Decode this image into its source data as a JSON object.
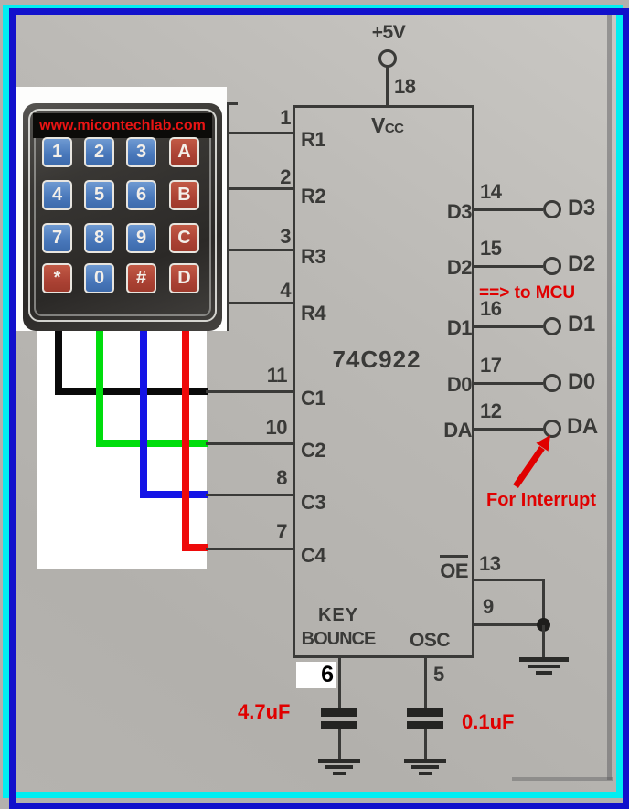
{
  "photo": {
    "site_url": "www.micontechlab.com",
    "keys": [
      {
        "label": "1",
        "color": "blue"
      },
      {
        "label": "2",
        "color": "blue"
      },
      {
        "label": "3",
        "color": "blue"
      },
      {
        "label": "A",
        "color": "red"
      },
      {
        "label": "4",
        "color": "blue"
      },
      {
        "label": "5",
        "color": "blue"
      },
      {
        "label": "6",
        "color": "blue"
      },
      {
        "label": "B",
        "color": "red"
      },
      {
        "label": "7",
        "color": "blue"
      },
      {
        "label": "8",
        "color": "blue"
      },
      {
        "label": "9",
        "color": "blue"
      },
      {
        "label": "C",
        "color": "red"
      },
      {
        "label": "*",
        "color": "red"
      },
      {
        "label": "0",
        "color": "blue"
      },
      {
        "label": "#",
        "color": "red"
      },
      {
        "label": "D",
        "color": "red"
      }
    ]
  },
  "ic": {
    "part_number": "74C922",
    "power": {
      "rail": "+5V",
      "pin": "18",
      "name_main": "V",
      "name_sub": "CC"
    },
    "row_pins": [
      {
        "pin": "1",
        "label": "R1"
      },
      {
        "pin": "2",
        "label": "R2"
      },
      {
        "pin": "3",
        "label": "R3"
      },
      {
        "pin": "4",
        "label": "R4"
      }
    ],
    "col_pins": [
      {
        "pin": "11",
        "label": "C1"
      },
      {
        "pin": "10",
        "label": "C2"
      },
      {
        "pin": "8",
        "label": "C3"
      },
      {
        "pin": "7",
        "label": "C4"
      }
    ],
    "data_pins": [
      {
        "pin": "14",
        "label": "D3",
        "terminal": "D3"
      },
      {
        "pin": "15",
        "label": "D2",
        "terminal": "D2"
      },
      {
        "pin": "16",
        "label": "D1",
        "terminal": "D1"
      },
      {
        "pin": "17",
        "label": "D0",
        "terminal": "D0"
      },
      {
        "pin": "12",
        "label": "DA",
        "terminal": "DA"
      }
    ],
    "oe": {
      "pin": "13",
      "label": "OE"
    },
    "gnd": {
      "pin": "9"
    },
    "keybounce": {
      "word1": "KEY",
      "word2": "BOUNCE",
      "pin": "6",
      "capacitor": "4.7uF"
    },
    "osc": {
      "label": "OSC",
      "pin": "5",
      "capacitor": "0.1uF"
    }
  },
  "annotations": {
    "to_mcu": "==> to MCU",
    "interrupt": "For Interrupt"
  },
  "colors": {
    "frame_cyan": "#00eef2",
    "frame_blue": "#1111cc",
    "annotation_red": "#e00000",
    "schematic_ink": "#3a3a38",
    "key_blue": "#4a7dc0",
    "key_red": "#ab4234",
    "wire_c1_black": "#0a0a0a",
    "wire_c2_green": "#00dd0c",
    "wire_c3_blue": "#1414e6",
    "wire_c4_red": "#ee0a0a"
  }
}
